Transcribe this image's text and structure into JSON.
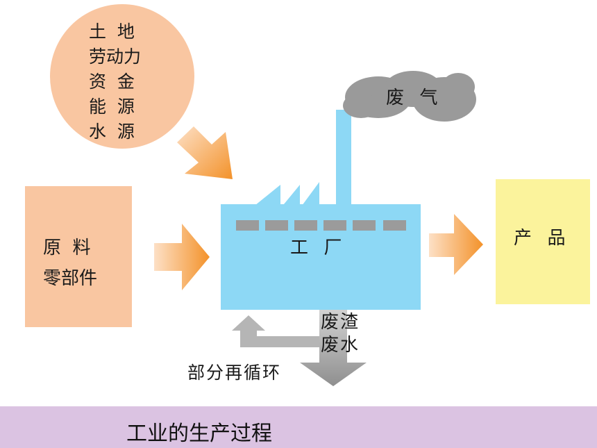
{
  "diagram": {
    "inputs": [
      "土  地",
      "劳动力",
      "资  金",
      "能  源",
      "水  源"
    ],
    "raw_materials": [
      "原  料",
      "零部件"
    ],
    "factory_label": "工  厂",
    "waste_gas_label": "废  气",
    "product_label": "产  品",
    "waste_solid_label": "废渣",
    "waste_water_label": "废水",
    "recycle_label": "部分再循环"
  },
  "footer": {
    "title": "工业的生产过程"
  },
  "colors": {
    "inputs_circle": "#f9c6a1",
    "raw_box": "#f9c6a1",
    "factory": "#8dd8f5",
    "product_box": "#fbf39c",
    "arrow_orange": "#f29a2e",
    "smoke": "#9a9a9a",
    "gray_arrow": "#a8a8a8",
    "footer_bg": "#dbc3e2"
  }
}
